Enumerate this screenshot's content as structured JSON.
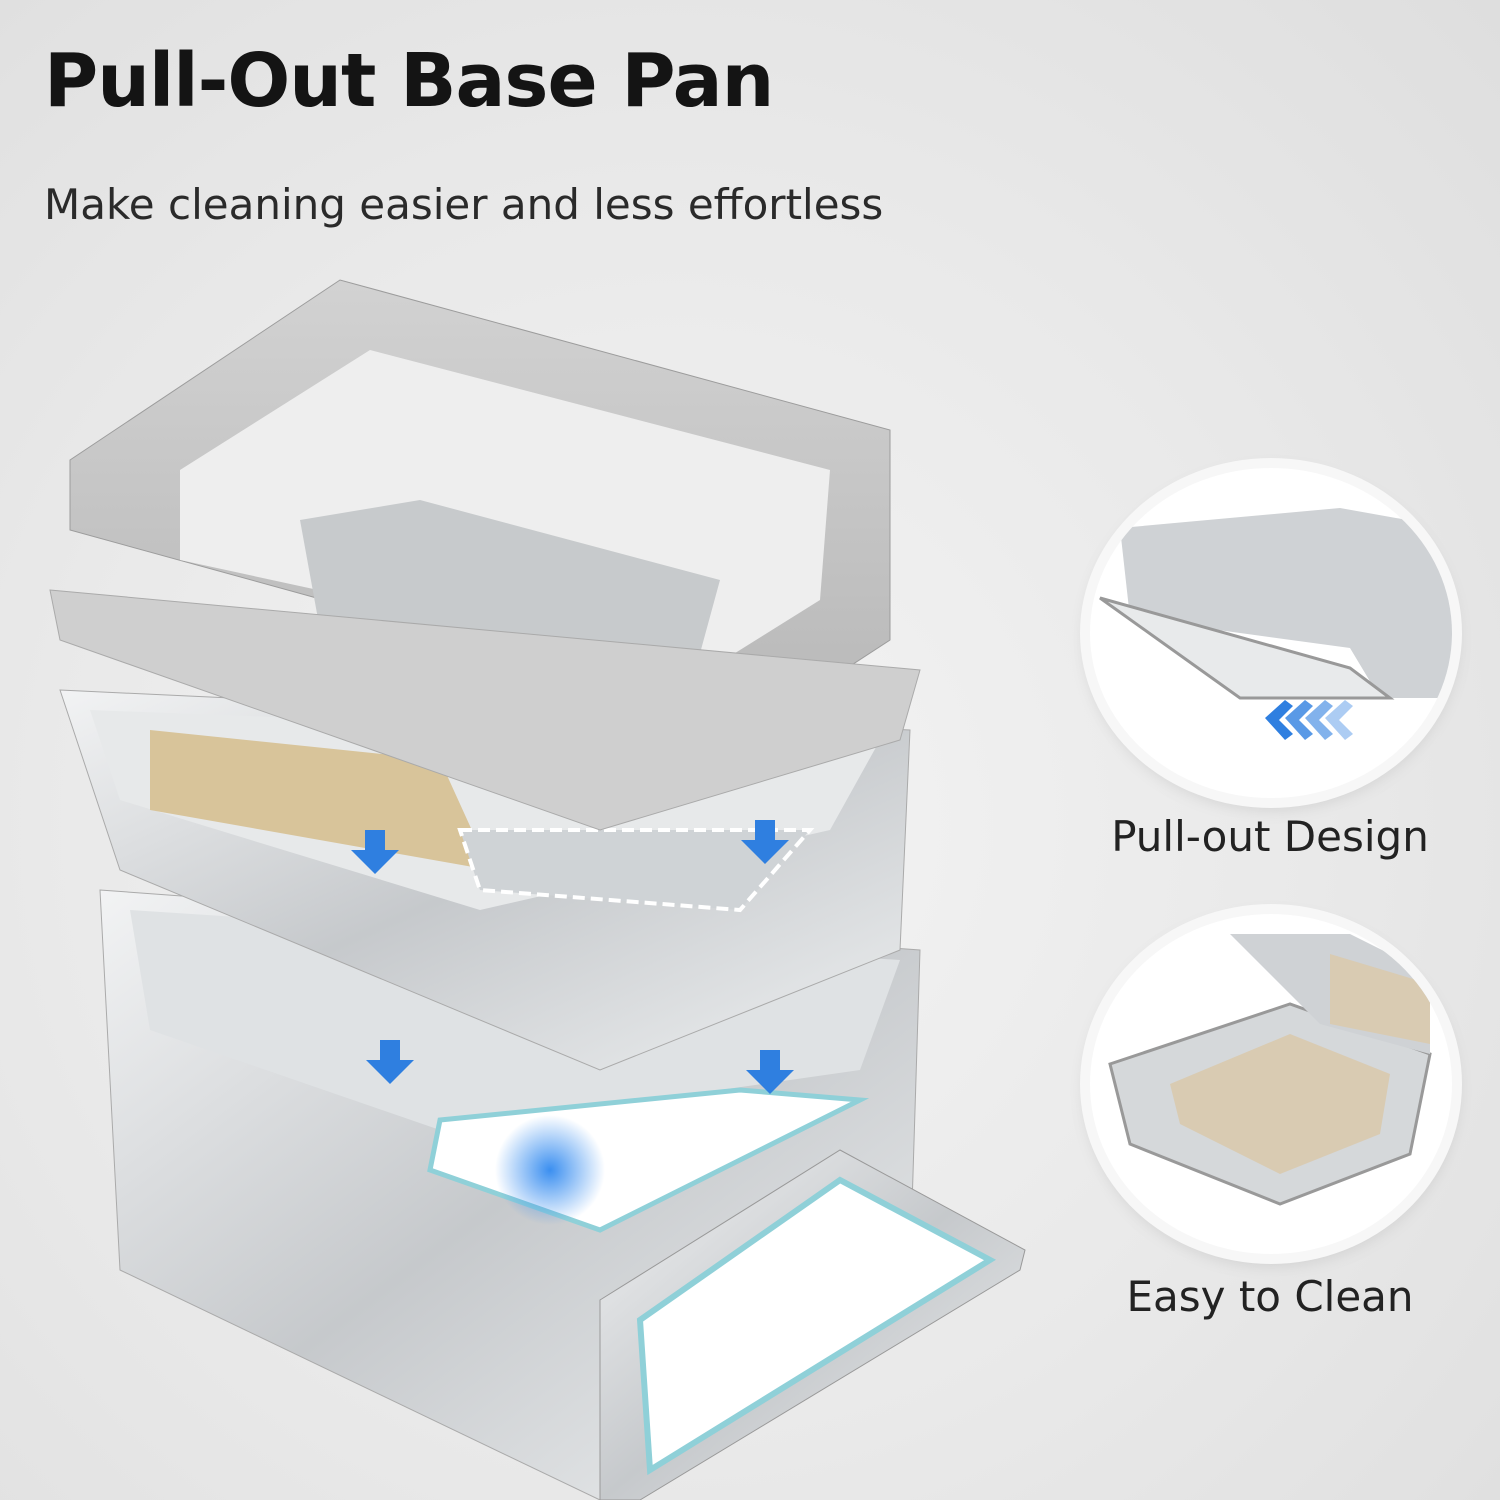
{
  "title": "Pull-Out Base Pan",
  "subtitle": "Make cleaning easier and less effortless",
  "features": [
    {
      "label": "Pull-out Design",
      "icon": "chevron-arrows-icon"
    },
    {
      "label": "Easy to Clean",
      "icon": "litter-tray-icon"
    }
  ],
  "colors": {
    "accent": "#2f7fe0",
    "steel": "#cfd2d5",
    "frame": "#bdbdbd",
    "litter": "#d8c49a"
  }
}
